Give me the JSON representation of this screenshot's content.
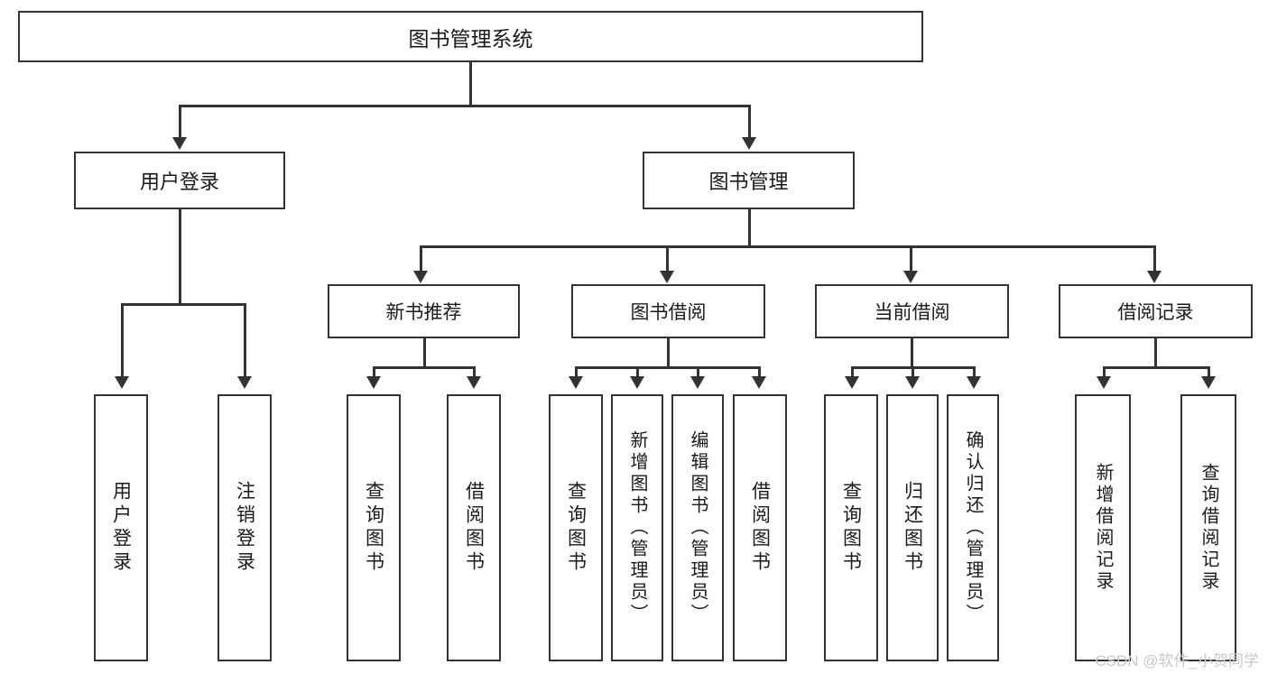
{
  "diagram": {
    "type": "tree-hierarchy",
    "title": "图书管理系统",
    "watermark": "CSDN @软件_小贺同学",
    "colors": {
      "stroke": "#333333",
      "fill": "#ffffff",
      "text": "#1a1a1a",
      "watermark": "#c9c9c9"
    },
    "root": {
      "label": "图书管理系统"
    },
    "level2": [
      {
        "label": "用户登录"
      },
      {
        "label": "图书管理"
      }
    ],
    "level3": [
      {
        "label": "新书推荐"
      },
      {
        "label": "图书借阅"
      },
      {
        "label": "当前借阅"
      },
      {
        "label": "借阅记录"
      }
    ],
    "leaves": {
      "user_login": [
        {
          "label": "用户登录"
        },
        {
          "label": "注销登录"
        }
      ],
      "new_book": [
        {
          "label": "查询图书"
        },
        {
          "label": "借阅图书"
        }
      ],
      "book_borrow": [
        {
          "label": "查询图书"
        },
        {
          "label": "新增图书（管理员）"
        },
        {
          "label": "编辑图书（管理员）"
        },
        {
          "label": "借阅图书"
        }
      ],
      "current_borrow": [
        {
          "label": "查询图书"
        },
        {
          "label": "归还图书"
        },
        {
          "label": "确认归还（管理员）"
        }
      ],
      "borrow_record": [
        {
          "label": "新增借阅记录"
        },
        {
          "label": "查询借阅记录"
        }
      ]
    }
  }
}
